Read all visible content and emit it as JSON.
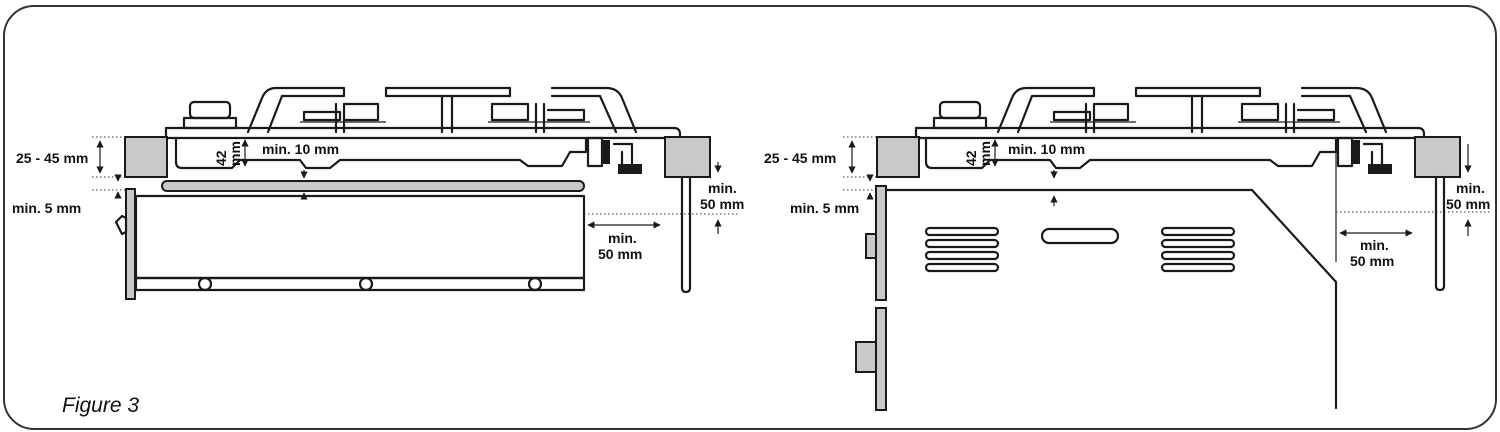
{
  "caption": "Figure 3",
  "left": {
    "worktop_thickness": "25 - 45 mm",
    "min_gap_below_worktop": "min. 5 mm",
    "hob_depth_value": "42",
    "hob_depth_unit": "mm",
    "clearance_below_hob": "min. 10 mm",
    "side_min_label": "min.",
    "side_min_value": "50 mm",
    "wall_min_label": "min.",
    "wall_min_value": "50 mm"
  },
  "right": {
    "worktop_thickness": "25 - 45 mm",
    "min_gap_below_worktop": "min. 5 mm",
    "hob_depth_value": "42",
    "hob_depth_unit": "mm",
    "clearance_below_hob": "min. 10 mm",
    "side_min_label": "min.",
    "side_min_value": "50 mm",
    "wall_min_label": "min.",
    "wall_min_value": "50 mm"
  }
}
